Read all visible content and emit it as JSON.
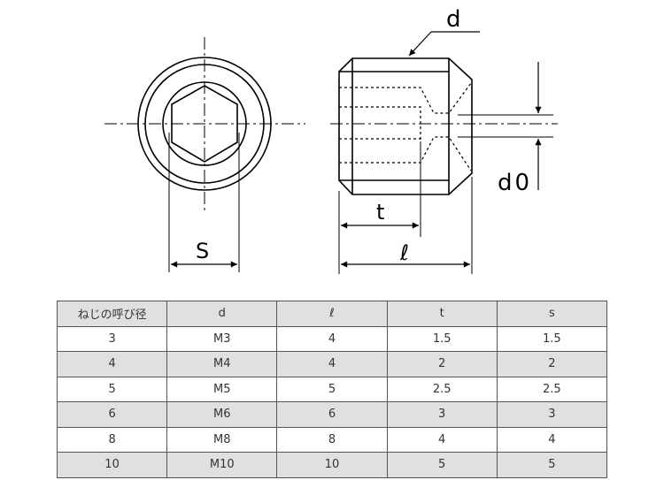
{
  "drawing": {
    "labels": {
      "d": "d",
      "d0": "d0",
      "s": "S",
      "t": "t",
      "l": "ℓ"
    }
  },
  "table": {
    "headers": [
      "ねじの呼び径",
      "d",
      "ℓ",
      "t",
      "s"
    ],
    "rows": [
      [
        "3",
        "M3",
        "4",
        "1.5",
        "1.5"
      ],
      [
        "4",
        "M4",
        "4",
        "2",
        "2"
      ],
      [
        "5",
        "M5",
        "5",
        "2.5",
        "2.5"
      ],
      [
        "6",
        "M6",
        "6",
        "3",
        "3"
      ],
      [
        "8",
        "M8",
        "8",
        "4",
        "4"
      ],
      [
        "10",
        "M10",
        "10",
        "5",
        "5"
      ]
    ]
  }
}
